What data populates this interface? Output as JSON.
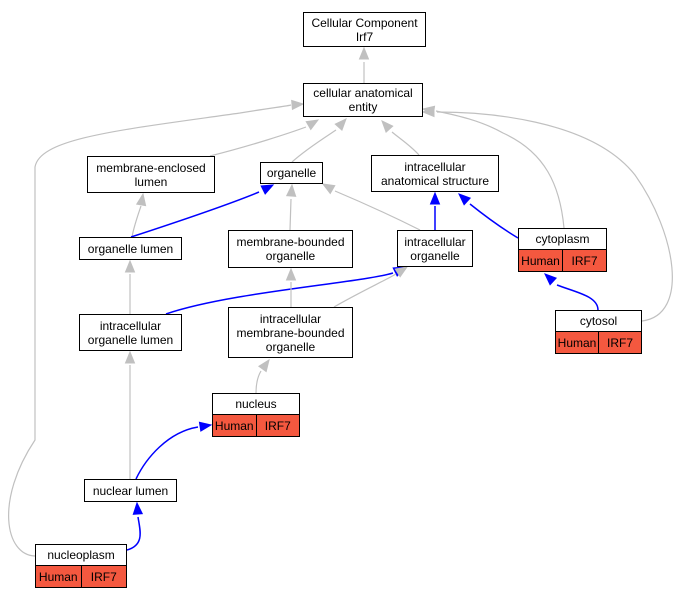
{
  "colors": {
    "is_a_edge": "#c0c0c0",
    "part_of_edge": "#0000ff",
    "annotation_fill": "#f4583f",
    "node_border": "#000000"
  },
  "nodes": {
    "root": "Cellular Component\nIrf7",
    "cellular_anatomical_entity": "cellular anatomical\nentity",
    "membrane_enclosed_lumen": "membrane-enclosed\nlumen",
    "organelle": "organelle",
    "intracellular_anatomical_structure": "intracellular\nanatomical structure",
    "organelle_lumen": "organelle lumen",
    "membrane_bounded_organelle": "membrane-bounded\norganelle",
    "intracellular_organelle": "intracellular\norganelle",
    "cytoplasm": "cytoplasm",
    "intracellular_organelle_lumen": "intracellular\norganelle lumen",
    "intracellular_membrane_bounded_organelle": "intracellular\nmembrane-bounded\norganelle",
    "cytosol": "cytosol",
    "nucleus": "nucleus",
    "nuclear_lumen": "nuclear lumen",
    "nucleoplasm": "nucleoplasm"
  },
  "annotations": {
    "cytoplasm": {
      "species": "Human",
      "gene": "IRF7"
    },
    "cytosol": {
      "species": "Human",
      "gene": "IRF7"
    },
    "nucleus": {
      "species": "Human",
      "gene": "IRF7"
    },
    "nucleoplasm": {
      "species": "Human",
      "gene": "IRF7"
    }
  },
  "edges": [
    {
      "from": "cellular_anatomical_entity",
      "to": "root",
      "type": "is_a"
    },
    {
      "from": "membrane_enclosed_lumen",
      "to": "cellular_anatomical_entity",
      "type": "is_a"
    },
    {
      "from": "organelle",
      "to": "cellular_anatomical_entity",
      "type": "is_a"
    },
    {
      "from": "intracellular_anatomical_structure",
      "to": "cellular_anatomical_entity",
      "type": "is_a"
    },
    {
      "from": "organelle_lumen",
      "to": "membrane_enclosed_lumen",
      "type": "is_a"
    },
    {
      "from": "organelle_lumen",
      "to": "organelle",
      "type": "part_of"
    },
    {
      "from": "membrane_bounded_organelle",
      "to": "organelle",
      "type": "is_a"
    },
    {
      "from": "intracellular_organelle",
      "to": "organelle",
      "type": "is_a"
    },
    {
      "from": "intracellular_organelle",
      "to": "intracellular_anatomical_structure",
      "type": "part_of"
    },
    {
      "from": "cytoplasm",
      "to": "intracellular_anatomical_structure",
      "type": "part_of"
    },
    {
      "from": "cytoplasm",
      "to": "cellular_anatomical_entity",
      "type": "is_a"
    },
    {
      "from": "intracellular_organelle_lumen",
      "to": "organelle_lumen",
      "type": "is_a"
    },
    {
      "from": "intracellular_organelle_lumen",
      "to": "intracellular_organelle",
      "type": "part_of"
    },
    {
      "from": "intracellular_membrane_bounded_organelle",
      "to": "membrane_bounded_organelle",
      "type": "is_a"
    },
    {
      "from": "intracellular_membrane_bounded_organelle",
      "to": "intracellular_organelle",
      "type": "is_a"
    },
    {
      "from": "cytosol",
      "to": "cytoplasm",
      "type": "part_of"
    },
    {
      "from": "cytosol",
      "to": "cellular_anatomical_entity",
      "type": "is_a"
    },
    {
      "from": "nucleus",
      "to": "intracellular_membrane_bounded_organelle",
      "type": "is_a"
    },
    {
      "from": "nuclear_lumen",
      "to": "intracellular_organelle_lumen",
      "type": "is_a"
    },
    {
      "from": "nuclear_lumen",
      "to": "nucleus",
      "type": "part_of"
    },
    {
      "from": "nucleoplasm",
      "to": "nuclear_lumen",
      "type": "part_of"
    },
    {
      "from": "nucleoplasm",
      "to": "cellular_anatomical_entity",
      "type": "is_a"
    }
  ]
}
